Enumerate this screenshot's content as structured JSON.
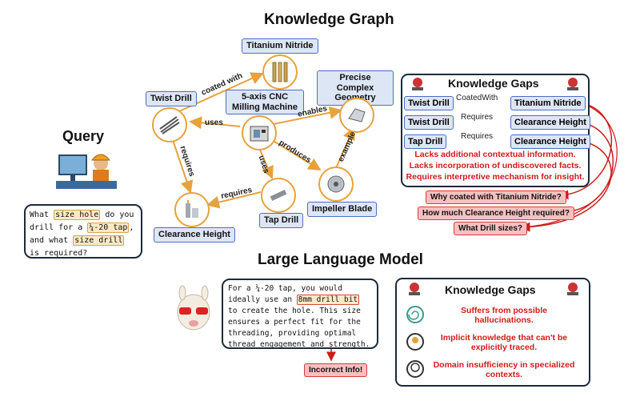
{
  "kg": {
    "title": "Knowledge Graph",
    "nodes": {
      "twist_drill": "Twist Drill",
      "titanium_nitride": "Titanium Nitride",
      "cnc": "5-axis CNC Milling Machine",
      "precise": "Precise Complex Geometry",
      "clearance": "Clearance Height",
      "tap_drill": "Tap Drill",
      "impeller": "Impeller Blade"
    },
    "edges": {
      "coated_with": "coated with",
      "uses_left": "uses",
      "enables": "enables",
      "requires_left": "requires",
      "produces": "produces",
      "uses_down": "uses",
      "example": "example",
      "requires_bottom": "requires"
    }
  },
  "query": {
    "title": "Query",
    "text_parts": [
      "What ",
      "size hole",
      " do you drill for a ",
      "¼-20 tap",
      ", and what ",
      "size drill",
      " is required?"
    ]
  },
  "gaps_top": {
    "title": "Knowledge Gaps",
    "rows": [
      {
        "from": "Twist Drill",
        "rel": "CoatedWith",
        "to": "Titanium Nitride"
      },
      {
        "from": "Twist Drill",
        "rel": "Requires",
        "to": "Clearance Height"
      },
      {
        "from": "Tap Drill",
        "rel": "Requires",
        "to": "Clearance Height"
      }
    ],
    "issues": [
      "Lacks additional contextual information.",
      "Lacks incorporation of undiscovered facts.",
      "Requires interpretive mechanism for insight."
    ],
    "questions": [
      "Why coated with Titanium Nitride?",
      "How much Clearance Height required?",
      "What Drill sizes?"
    ]
  },
  "llm": {
    "title": "Large Language Model",
    "answer_parts": [
      "For a ¼-20 tap, you would ideally use an ",
      "8mm drill bit",
      " to create the hole. This size ensures a perfect fit for the threading, providing optimal thread engagement and strength."
    ],
    "incorrect": "Incorrect Info!"
  },
  "gaps_bottom": {
    "title": "Knowledge Gaps",
    "items": [
      "Suffers from possible hallucinations.",
      "Implicit knowledge that can't be explicitly traced.",
      "Domain insufficiency in specialized contexts."
    ]
  },
  "colors": {
    "node_border": "#e6a23c",
    "label_fill": "#dde6f5",
    "label_border": "#4a6fc0",
    "red": "#d11a1a"
  }
}
